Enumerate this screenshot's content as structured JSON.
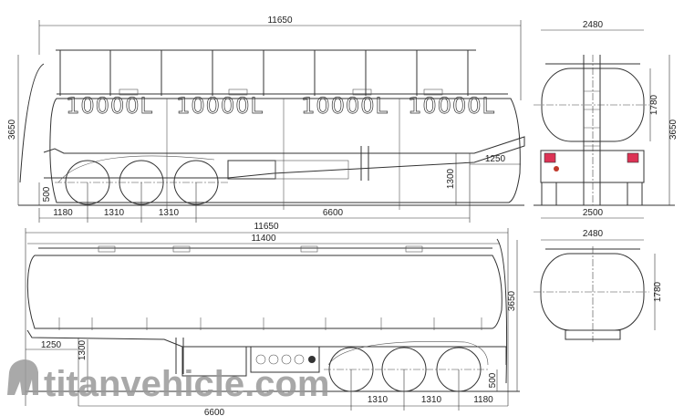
{
  "top_side_view": {
    "overall_length": "11650",
    "height": "3650",
    "compartments": [
      "10000L",
      "10000L",
      "10000L",
      "10000L"
    ],
    "wheel_radius": "500",
    "king_pin_height": "1300",
    "king_pin_offset": "1250",
    "bottom_dims": [
      "1180",
      "1310",
      "1310",
      "6600"
    ]
  },
  "rear_view": {
    "width_top": "2480",
    "tank_height": "1780",
    "height": "3650",
    "width_bottom": "2500"
  },
  "bottom_side_view": {
    "overall_length": "11650",
    "tank_length": "11400",
    "height": "3650",
    "king_pin_offset": "1250",
    "king_pin_height": "1300",
    "wheel_radius": "500",
    "bottom_dims": [
      "6600",
      "1310",
      "1310",
      "1180"
    ]
  },
  "front_view": {
    "width_top": "2480",
    "tank_height": "1780"
  },
  "watermark": "titanvehicle.com",
  "colors": {
    "line": "#333333",
    "watermark": "#9a9a9a",
    "lamp": "#c0392b"
  }
}
